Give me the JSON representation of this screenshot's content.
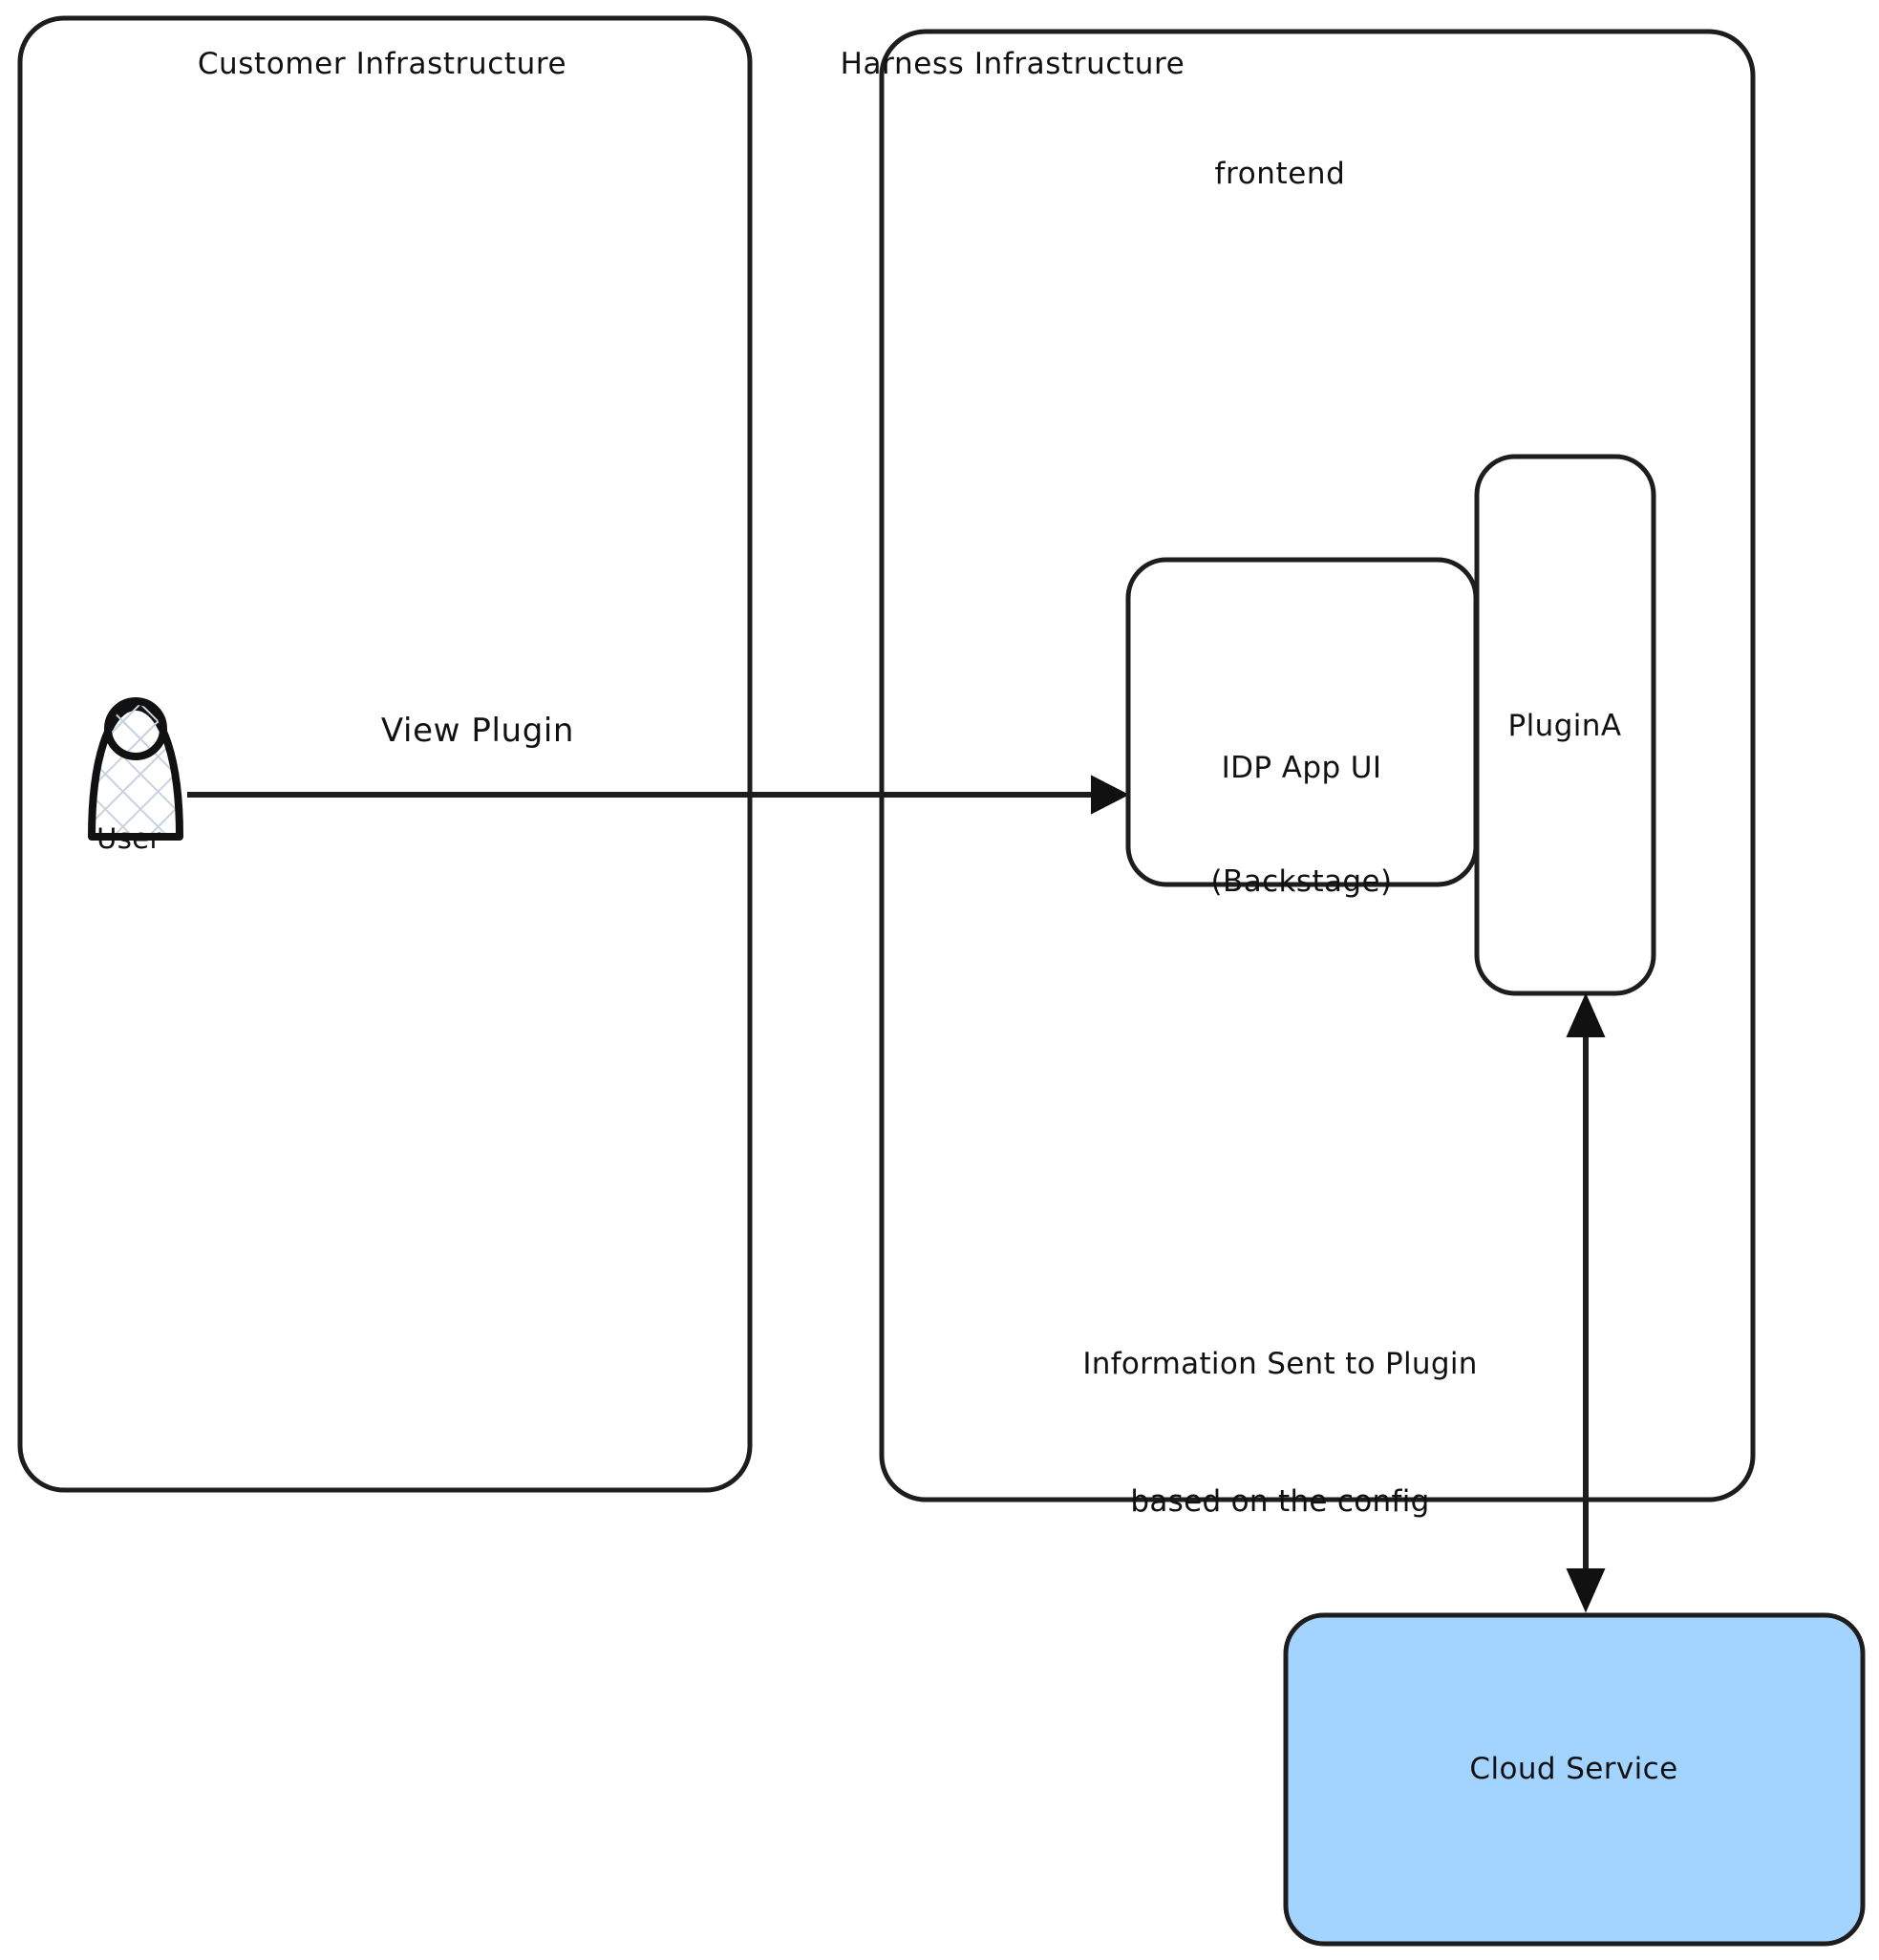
{
  "diagram": {
    "type": "architecture-flow",
    "background_color": "#ffffff",
    "stroke_color": "#1d1d1d",
    "text_color": "#111111",
    "containers": [
      {
        "id": "customer-infrastructure",
        "label": "Customer Infrastructure",
        "fill": "#ffffff",
        "stroke": "#1d1d1d"
      },
      {
        "id": "harness-infrastructure",
        "label": "Harness Infrastructure",
        "fill": "#ffffff",
        "stroke": "#1d1d1d"
      }
    ],
    "section_labels": [
      {
        "id": "frontend",
        "label": "frontend"
      }
    ],
    "nodes": [
      {
        "id": "user",
        "label": "User",
        "shape": "actor",
        "fill": "#ffffff",
        "pattern": "cross-hatch",
        "pattern_color": "#c7d3e0"
      },
      {
        "id": "idp-app-ui",
        "label": "IDP App UI\n(Backstage)",
        "line1": "IDP App UI",
        "line2": "(Backstage)",
        "shape": "rounded-rect",
        "fill": "#ffffff",
        "stroke": "#1d1d1d"
      },
      {
        "id": "plugin-a",
        "label": "PluginA",
        "shape": "rounded-rect",
        "fill": "#ffffff",
        "stroke": "#1d1d1d"
      },
      {
        "id": "cloud-service",
        "label": "Cloud Service",
        "shape": "rounded-rect",
        "fill": "#a3d4ff",
        "stroke": "#1d1d1d"
      }
    ],
    "edges": [
      {
        "id": "user-to-idp",
        "from": "user",
        "to": "idp-app-ui",
        "label": "View Plugin",
        "direction": "one-way",
        "arrowheads": "end"
      },
      {
        "id": "plugin-to-cloud",
        "from": "plugin-a",
        "to": "cloud-service",
        "label": "Information Sent to Plugin based on the config",
        "label_line1": "Information Sent to Plugin",
        "label_line2": "based on the config",
        "direction": "bidirectional",
        "arrowheads": "both"
      }
    ]
  }
}
